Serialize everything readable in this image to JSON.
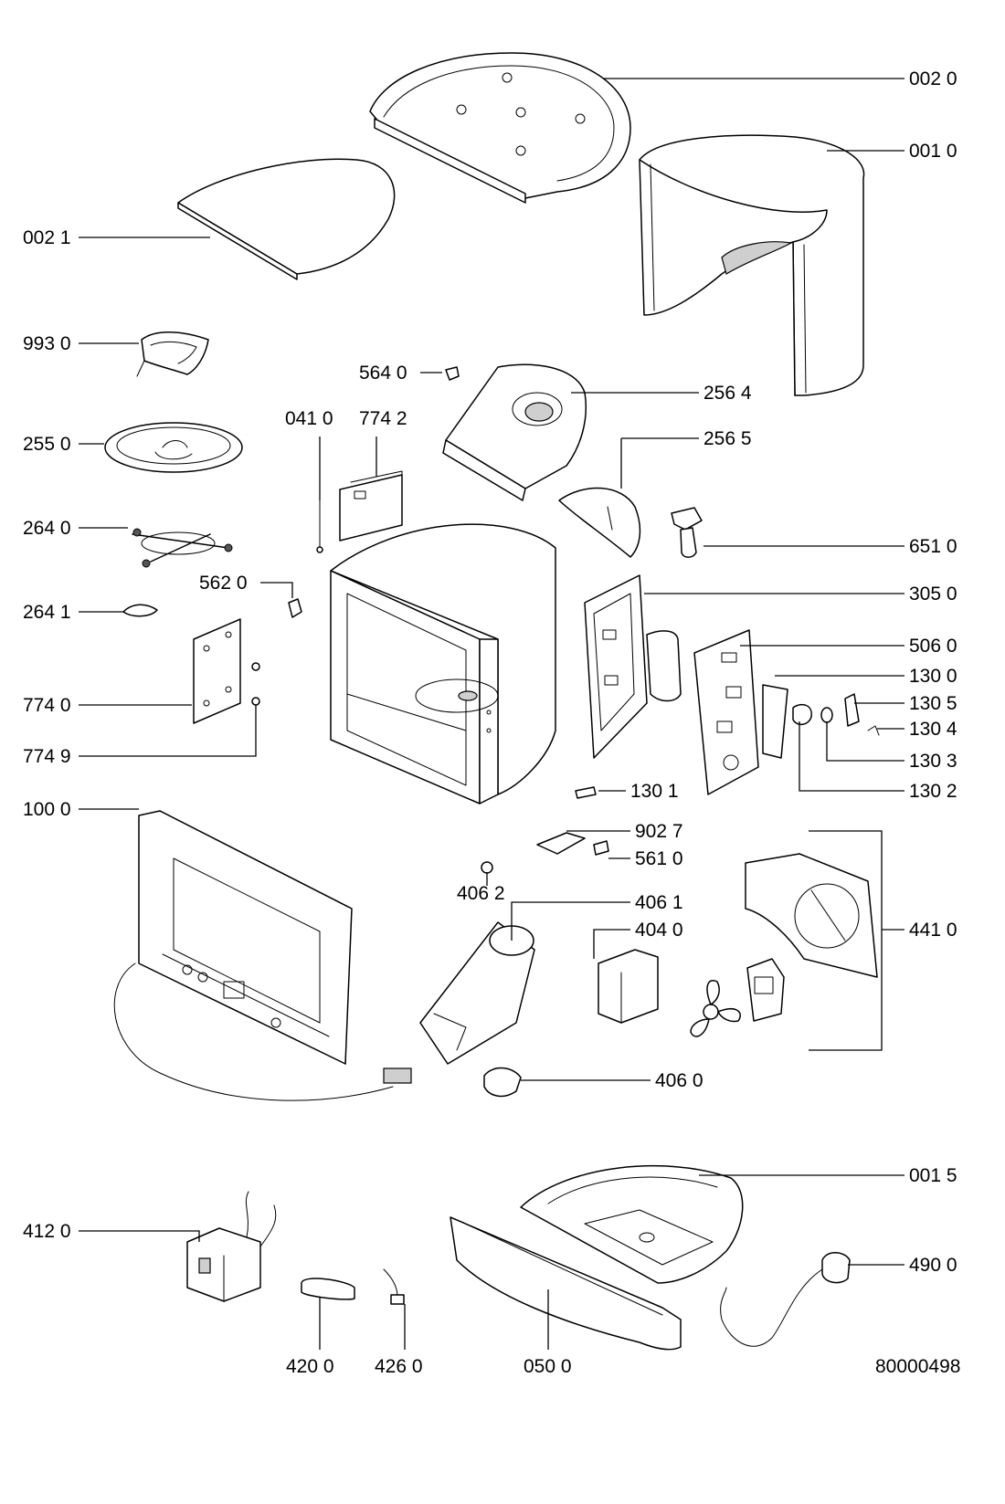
{
  "labels": {
    "l0020": "002 0",
    "l0010": "001 0",
    "l0021": "002 1",
    "l9930": "993 0",
    "l5640": "564 0",
    "l2564": "256 4",
    "l0410": "041 0",
    "l7742": "774 2",
    "l2550": "255 0",
    "l2565": "256 5",
    "l2640": "264 0",
    "l6510": "651 0",
    "l5620": "562 0",
    "l2641": "264 1",
    "l3050": "305 0",
    "l5060": "506 0",
    "l1300": "130 0",
    "l1305": "130 5",
    "l7740": "774 0",
    "l1304": "130 4",
    "l7749": "774 9",
    "l1303": "130 3",
    "l1301": "130 1",
    "l1302": "130 2",
    "l1000": "100 0",
    "l9027": "902 7",
    "l5610": "561 0",
    "l4062": "406 2",
    "l4061": "406 1",
    "l4040": "404 0",
    "l4410": "441 0",
    "l4060": "406 0",
    "l0015": "001 5",
    "l4120": "412 0",
    "l4900": "490 0",
    "l4200": "420 0",
    "l4260": "426 0",
    "l0500": "050 0",
    "docnum": "80000498"
  }
}
